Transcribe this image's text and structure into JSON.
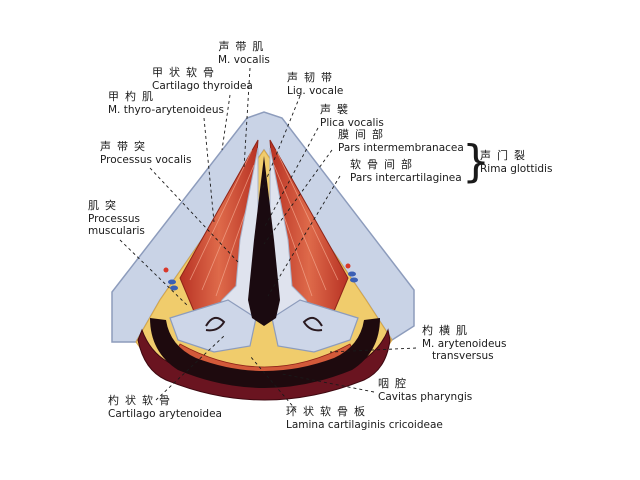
{
  "labels": {
    "vocalis": {
      "zh": "声带肌",
      "la": "M. vocalis"
    },
    "thyroidea": {
      "zh": "甲状软骨",
      "la": "Cartilago thyroidea"
    },
    "lig_vocale": {
      "zh": "声韧带",
      "la": "Lig. vocale"
    },
    "thyro_aryt": {
      "zh": "甲杓肌",
      "la": "M. thyro-arytenoideus"
    },
    "plica": {
      "zh": "声襞",
      "la": "Plica vocalis"
    },
    "pars_membr": {
      "zh": "膜间部",
      "la": "Pars intermembranacea"
    },
    "pars_cart": {
      "zh": "软骨间部",
      "la": "Pars intercartilaginea"
    },
    "rima": {
      "zh": "声门裂",
      "la": "Rima glottidis"
    },
    "proc_vocalis": {
      "zh": "声带突",
      "la": "Processus vocalis"
    },
    "proc_musc": {
      "zh": "肌突",
      "la1": "Processus",
      "la2": "muscularis"
    },
    "aryt_transv": {
      "zh": "杓横肌",
      "la1": "M. arytenoideus",
      "la2": "transversus"
    },
    "cavitas": {
      "zh": "咽腔",
      "la": "Cavitas pharyngis"
    },
    "cart_aryt": {
      "zh": "杓状软骨",
      "la": "Cartilago arytenoidea"
    },
    "lamina": {
      "zh": "环状软骨板",
      "la": "Lamina cartilaginis cricoideae"
    }
  },
  "colors": {
    "cartilage": "#c9d3e6",
    "muscle": "#cf4a30",
    "fat": "#f0cc6c",
    "pharynx": "#6a1420"
  }
}
